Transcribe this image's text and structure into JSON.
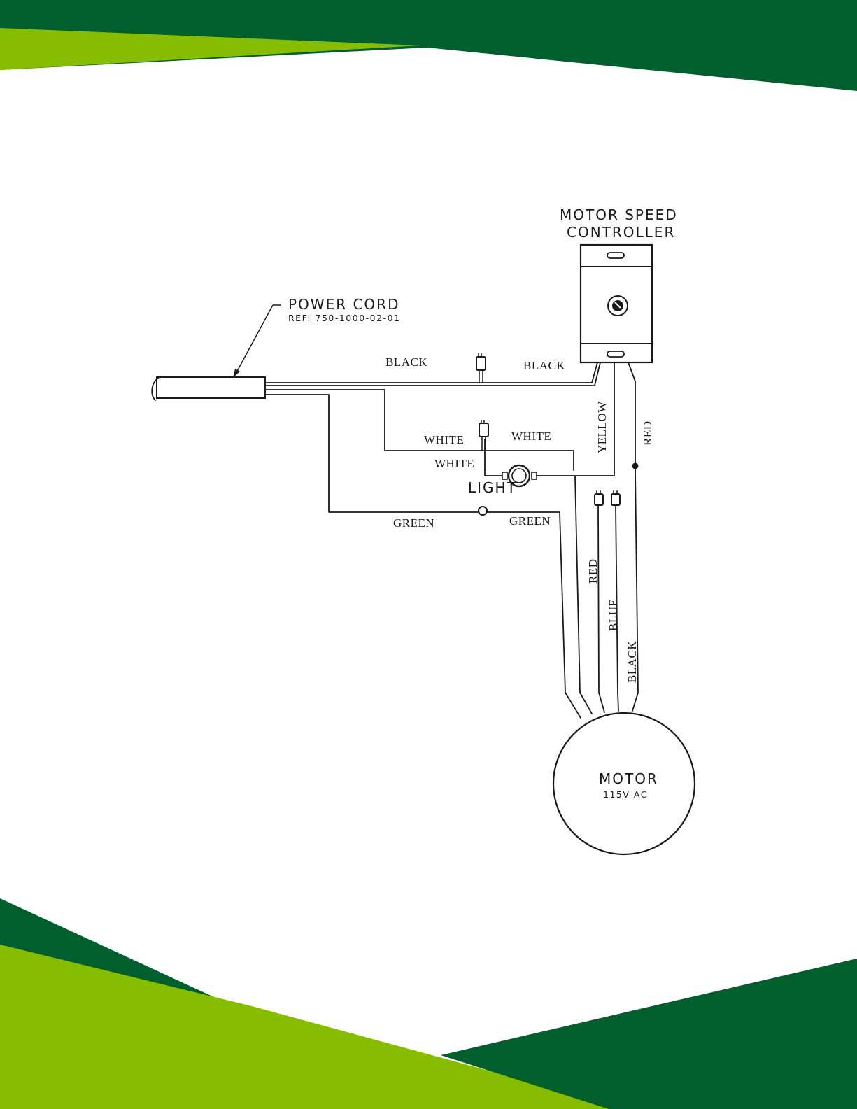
{
  "colors": {
    "dark_green": "#005f2c",
    "light_green": "#86bd00",
    "ink": "#1a1a1a"
  },
  "components": {
    "power_cord": {
      "title": "POWER CORD",
      "ref": "REF: 750-1000-02-01"
    },
    "controller": {
      "line1": "MOTOR SPEED",
      "line2": "CONTROLLER"
    },
    "light": {
      "label": "LIGHT"
    },
    "motor": {
      "title": "MOTOR",
      "rating": "115V AC"
    }
  },
  "wire_labels": {
    "black_left": "BLACK",
    "black_right": "BLACK",
    "white_upper_left": "WHITE",
    "white_upper_right": "WHITE",
    "white_lower": "WHITE",
    "green_left": "GREEN",
    "green_right": "GREEN",
    "yellow": "YELLOW",
    "red_controller": "RED",
    "red_motor": "RED",
    "blue_motor": "BLUE",
    "black_motor": "BLACK"
  }
}
